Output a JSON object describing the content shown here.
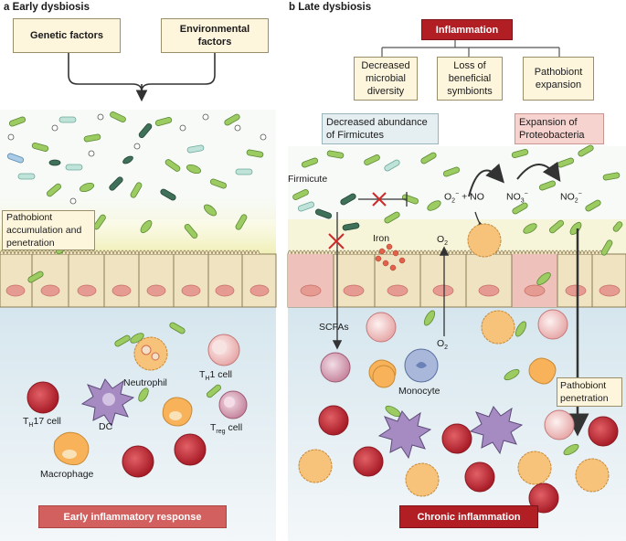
{
  "panel_a": {
    "letter": "a",
    "title": "Early dysbiosis",
    "genetic_factors": "Genetic factors",
    "environmental_factors": "Environmental factors",
    "pathobiont_accumulation": "Pathobiont accumulation and penetration",
    "neutrophil": "Neutrophil",
    "th1_cell_main": "T",
    "th1_cell_sub": "H",
    "th1_cell_rest": "1 cell",
    "th17_cell_main": "T",
    "th17_cell_sub": "H",
    "th17_cell_rest": "17 cell",
    "dc": "DC",
    "treg_main": "T",
    "treg_sub": "reg",
    "treg_rest": " cell",
    "macrophage": "Macrophage",
    "response_banner": "Early inflammatory response"
  },
  "panel_b": {
    "letter": "b",
    "title": "Late dysbiosis",
    "inflammation": "Inflammation",
    "decreased_diversity": "Decreased microbial diversity",
    "loss_symbionts": "Loss of beneficial symbionts",
    "pathobiont_expansion": "Pathobiont expansion",
    "decreased_firmicutes": "Decreased abundance of Firmicutes",
    "expansion_proteobacteria": "Expansion of Proteobacteria",
    "firmicute": "Firmicute",
    "iron": "Iron",
    "o2_top": "O",
    "o2_top_sub": "2",
    "o2_bottom": "O",
    "o2_bottom_sub": "2",
    "o2_radical": "O",
    "o2_radical_sub": "2",
    "o2_radical_sup": "−",
    "plus_no": "+ NO",
    "no3": "NO",
    "no3_sub": "3",
    "no3_sup": "−",
    "no2": "NO",
    "no2_sub": "2",
    "no2_sup": "−",
    "scfas": "SCFAs",
    "monocyte": "Monocyte",
    "pathobiont_penetration": "Pathobiont penetration",
    "chronic_banner": "Chronic inflammation"
  },
  "colors": {
    "lumen_bg": "#eaf3ee",
    "mucus_yellow": "#f1efb8",
    "tissue_blue": "#dde9ef",
    "cell_tan": "#efe2c0",
    "nucleus_pink": "#e79a93",
    "bacteria_green": "#8fbf55",
    "bacteria_dark": "#3d6d58",
    "bacteria_teal": "#a9d7cc",
    "red_cell": "#c8323a"
  }
}
